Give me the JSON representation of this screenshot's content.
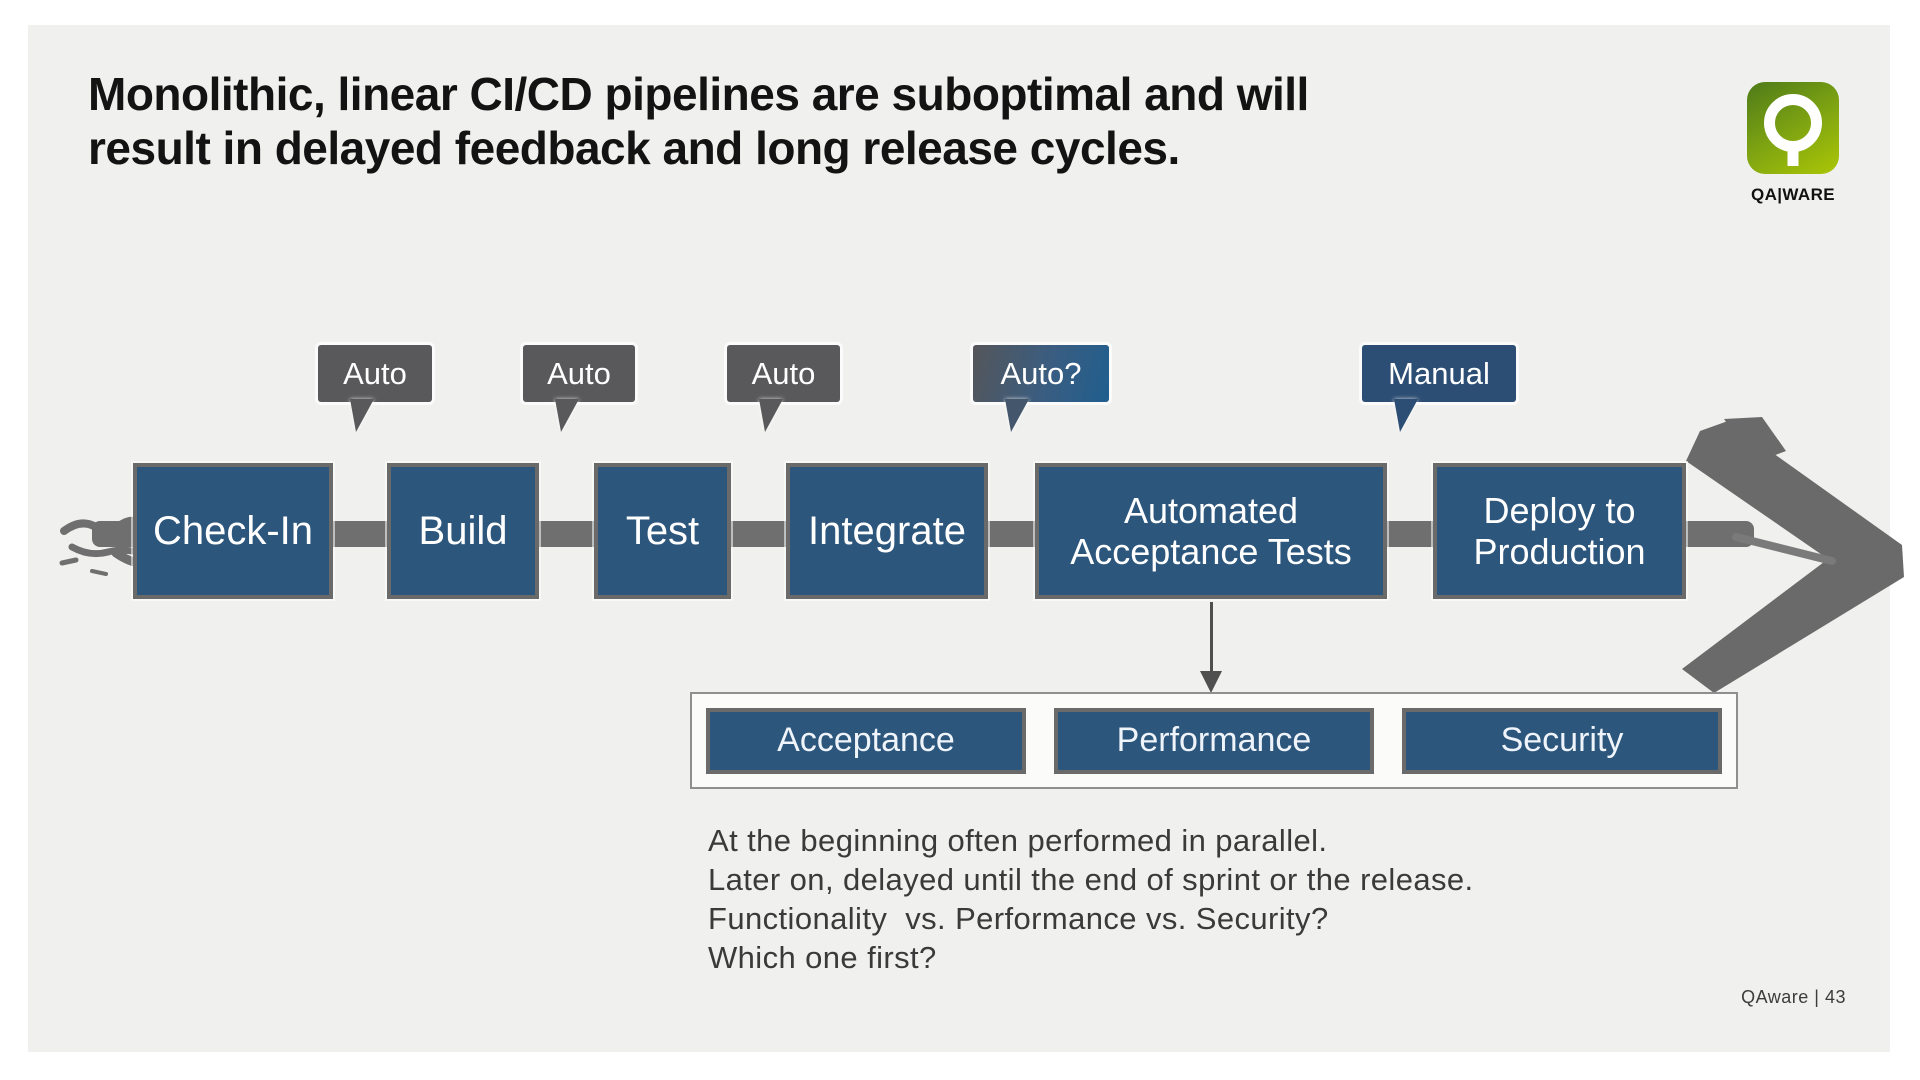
{
  "title": {
    "line1": "Monolithic, linear CI/CD pipelines are suboptimal and will",
    "line2": "result in delayed feedback and long release cycles."
  },
  "logo": {
    "icon": "qaware-q-magnifier-icon",
    "wordmark": "QA|WARE",
    "gradient_top": "#4e7a19",
    "gradient_bottom": "#abc606"
  },
  "pipeline": {
    "stages": [
      {
        "label": "Check-In"
      },
      {
        "label": "Build"
      },
      {
        "label": "Test"
      },
      {
        "label": "Integrate"
      },
      {
        "label": "Automated Acceptance Tests"
      },
      {
        "label": "Deploy to Production"
      }
    ],
    "transition_badges": [
      {
        "label": "Auto"
      },
      {
        "label": "Auto"
      },
      {
        "label": "Auto"
      },
      {
        "label": "Auto?"
      },
      {
        "label": "Manual"
      }
    ],
    "deferred_tests": [
      {
        "label": "Acceptance"
      },
      {
        "label": "Performance"
      },
      {
        "label": "Security"
      }
    ]
  },
  "notes": {
    "lines": [
      "At the beginning often performed in parallel.",
      "Later on, delayed until the end of sprint or the release.",
      "Functionality  vs. Performance vs. Security?",
      "Which one first?"
    ]
  },
  "footer": {
    "label": "QAware | 43"
  },
  "colors": {
    "slide_bg": "#f0f0ee",
    "stage_blue": "#2d567c",
    "badge_gray": "#59595b",
    "badge_blue": "#2d4e74",
    "arrow_gray": "#6f6f6f",
    "title_text": "#131313"
  }
}
